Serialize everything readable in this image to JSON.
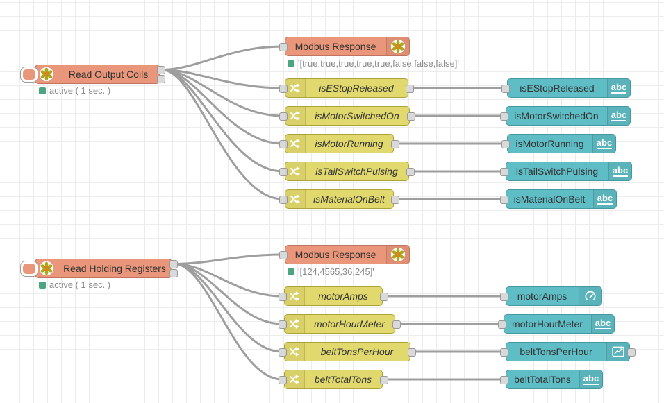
{
  "theme": {
    "salmon": "#E9967A",
    "salmon_border": "#BF7360",
    "yellow": "#E2D96E",
    "yellow_border": "#ADA335",
    "teal": "#5FBDC5",
    "teal_border": "#44989F",
    "wire": "#9E9E9E",
    "status_green": "#4CA580",
    "status_text": "#8A8A8A",
    "label": "#333333",
    "grid_line": "#ECECEC",
    "canvas_bg": "#FFFFFF"
  },
  "sections": [
    {
      "reader": {
        "label": "Read Output Coils",
        "icon": "modbus-asterisk-icon",
        "status": "active ( 1 sec. )",
        "status_color": "green"
      },
      "response": {
        "label": "Modbus Response",
        "icon": "modbus-asterisk-icon",
        "status": "'[true,true,true,true,true,false,false,false]'",
        "status_color": "green"
      },
      "change_nodes": [
        {
          "label": "isEStopReleased",
          "icon": "shuffle-icon"
        },
        {
          "label": "isMotorSwitchedOn",
          "icon": "shuffle-icon"
        },
        {
          "label": "isMotorRunning",
          "icon": "shuffle-icon"
        },
        {
          "label": "isTailSwitchPulsing",
          "icon": "shuffle-icon"
        },
        {
          "label": "isMaterialOnBelt",
          "icon": "shuffle-icon"
        }
      ],
      "ui_nodes": [
        {
          "label": "isEStopReleased",
          "icon": "abc-icon",
          "badge": "abc"
        },
        {
          "label": "isMotorSwitchedOn",
          "icon": "abc-icon",
          "badge": "abc"
        },
        {
          "label": "isMotorRunning",
          "icon": "abc-icon",
          "badge": "abc"
        },
        {
          "label": "isTailSwitchPulsing",
          "icon": "abc-icon",
          "badge": "abc"
        },
        {
          "label": "isMaterialOnBelt",
          "icon": "abc-icon",
          "badge": "abc"
        }
      ]
    },
    {
      "reader": {
        "label": "Read Holding Registers",
        "icon": "modbus-asterisk-icon",
        "status": "active ( 1 sec. )",
        "status_color": "green"
      },
      "response": {
        "label": "Modbus Response",
        "icon": "modbus-asterisk-icon",
        "status": "'[124,4565,36,245]'",
        "status_color": "green"
      },
      "change_nodes": [
        {
          "label": "motorAmps",
          "icon": "shuffle-icon"
        },
        {
          "label": "motorHourMeter",
          "icon": "shuffle-icon"
        },
        {
          "label": "beltTonsPerHour",
          "icon": "shuffle-icon"
        },
        {
          "label": "beltTotalTons",
          "icon": "shuffle-icon"
        }
      ],
      "ui_nodes": [
        {
          "label": "motorAmps",
          "icon": "gauge-icon"
        },
        {
          "label": "motorHourMeter",
          "icon": "abc-icon",
          "badge": "abc"
        },
        {
          "label": "beltTonsPerHour",
          "icon": "chart-icon"
        },
        {
          "label": "beltTotalTons",
          "icon": "abc-icon",
          "badge": "abc"
        }
      ]
    }
  ]
}
